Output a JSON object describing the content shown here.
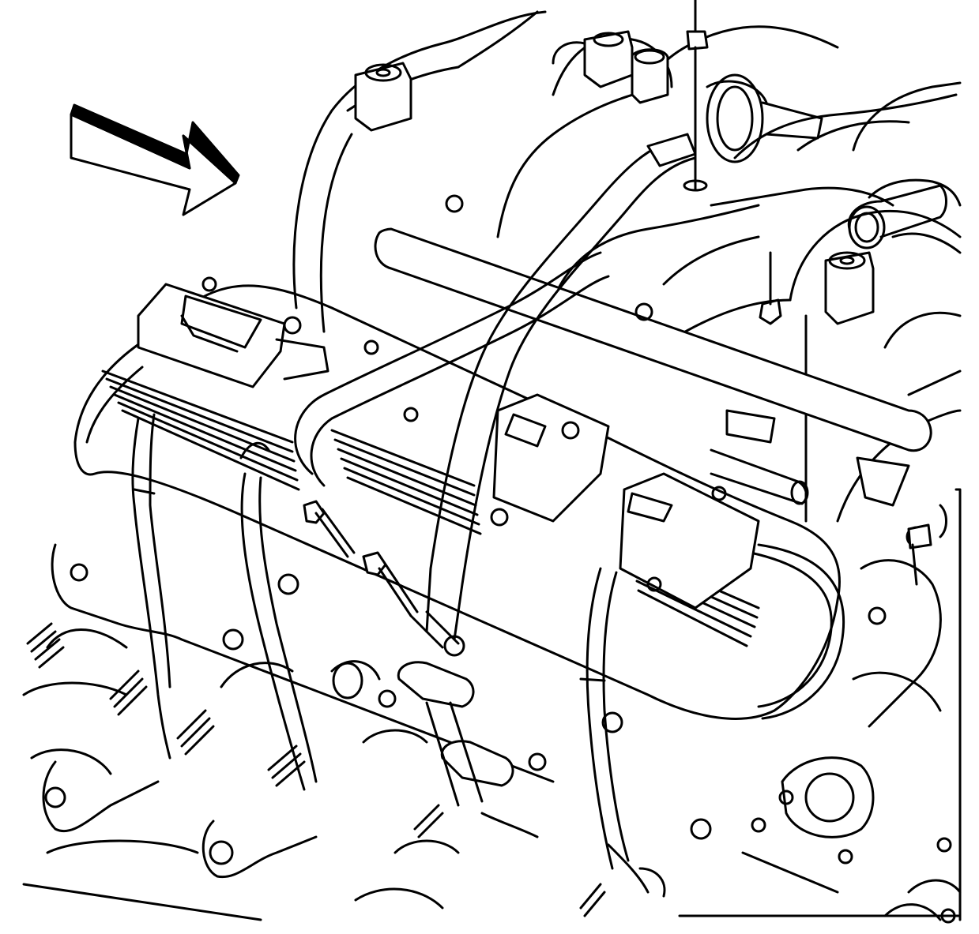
{
  "diagram": {
    "kind": "engine-line-illustration",
    "colors": {
      "ink": "#000000",
      "paper": "#ffffff"
    },
    "direction_arrow": {
      "icon": "view-direction-arrow-icon",
      "points_to": "down-right"
    },
    "components": [
      "intake-manifold",
      "throttle-body",
      "left-cylinder-head",
      "valve-cover",
      "ignition-coil-module",
      "spark-plug-wires",
      "fuel-rail",
      "vacuum-hose",
      "egr-tube",
      "mounting-bolts",
      "exhaust-manifold",
      "spark-plugs",
      "engine-block"
    ]
  }
}
